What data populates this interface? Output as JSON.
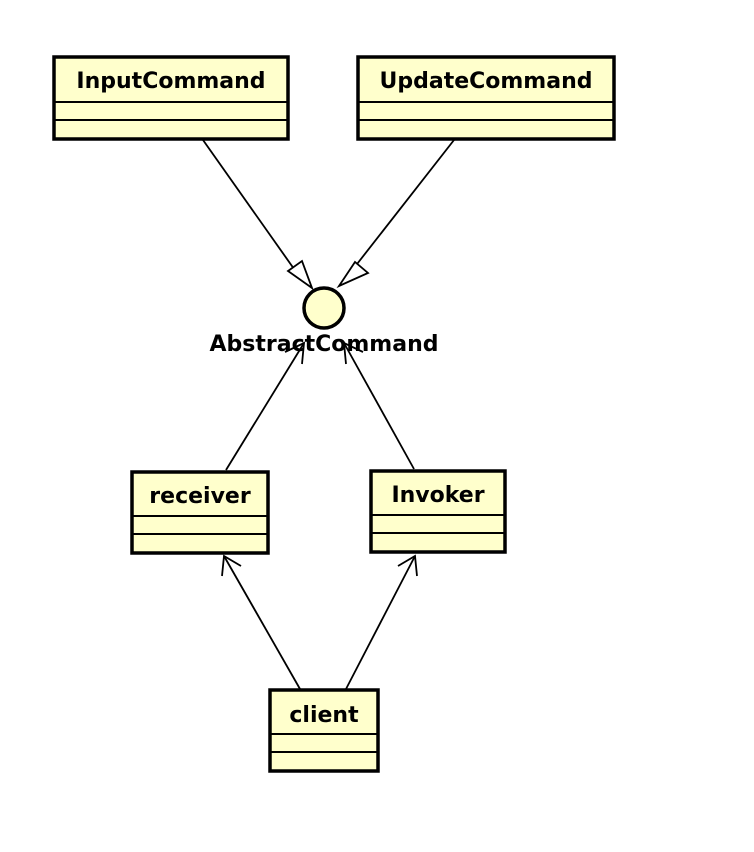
{
  "diagram": {
    "colors": {
      "class_fill": "#ffffcc",
      "stroke": "#000000",
      "background": "#ffffff"
    },
    "classes": {
      "input_command": {
        "name": "InputCommand"
      },
      "update_command": {
        "name": "UpdateCommand"
      },
      "receiver": {
        "name": "receiver"
      },
      "invoker": {
        "name": "Invoker"
      },
      "client": {
        "name": "client"
      }
    },
    "interface": {
      "name": "AbstractCommand"
    },
    "relations": [
      {
        "type": "realization",
        "from": "InputCommand",
        "to": "AbstractCommand"
      },
      {
        "type": "realization",
        "from": "UpdateCommand",
        "to": "AbstractCommand"
      },
      {
        "type": "association",
        "from": "receiver",
        "to": "AbstractCommand"
      },
      {
        "type": "association",
        "from": "Invoker",
        "to": "AbstractCommand"
      },
      {
        "type": "association",
        "from": "client",
        "to": "receiver"
      },
      {
        "type": "association",
        "from": "client",
        "to": "Invoker"
      }
    ]
  }
}
